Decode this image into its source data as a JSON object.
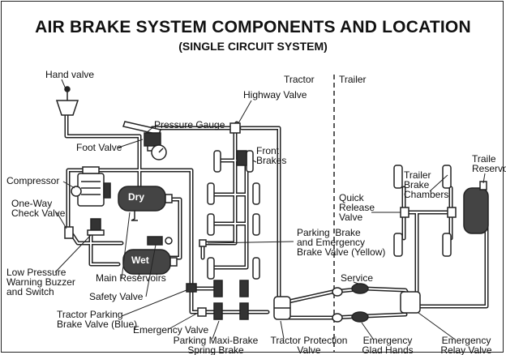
{
  "title": "AIR BRAKE SYSTEM COMPONENTS AND LOCATION",
  "subtitle": "(SINGLE CIRCUIT SYSTEM)",
  "sections": {
    "tractor": "Tractor",
    "trailer": "Trailer"
  },
  "tank_tags": {
    "dry": "Dry",
    "wet": "Wet"
  },
  "labels": {
    "hand_valve": "Hand valve",
    "highway_valve": "Highway Valve",
    "pressure_gauge": "Pressure Gauge",
    "foot_valve": "Foot Valve",
    "front_brakes": "Front\nBrakes",
    "trailer_reservoir": "Traile\nReservo",
    "compressor": "Compressor",
    "one_way_check_valve": "One-Way\nCheck Valve",
    "trailer_brake_chambers": "Trailer\nBrake\nChambers",
    "quick_release_valve": "Quick\nRelease\nValve",
    "parking_brake_valve": "Parking  Brake\nand Emergency\nBrake Valve (Yellow)",
    "low_pressure_warning": "Low Pressure\nWarning Buzzer\nand Switch",
    "main_reservoirs": "Main Reservoirs",
    "service": "Service",
    "safety_valve": "Safety Valve",
    "tractor_parking_valve": "Tractor Parking\nBrake Valve (Blue)",
    "emergency_valve": "Emergency Valve",
    "parking_maxi_brake": "Parking Maxi-Brake\nSpring Brake",
    "tractor_protection_valve": "Tractor Protection\nValve",
    "emergency_glad_hands": "Emergency\nGlad Hands",
    "emergency_relay_valve": "Emergency\nRelay Valve"
  }
}
